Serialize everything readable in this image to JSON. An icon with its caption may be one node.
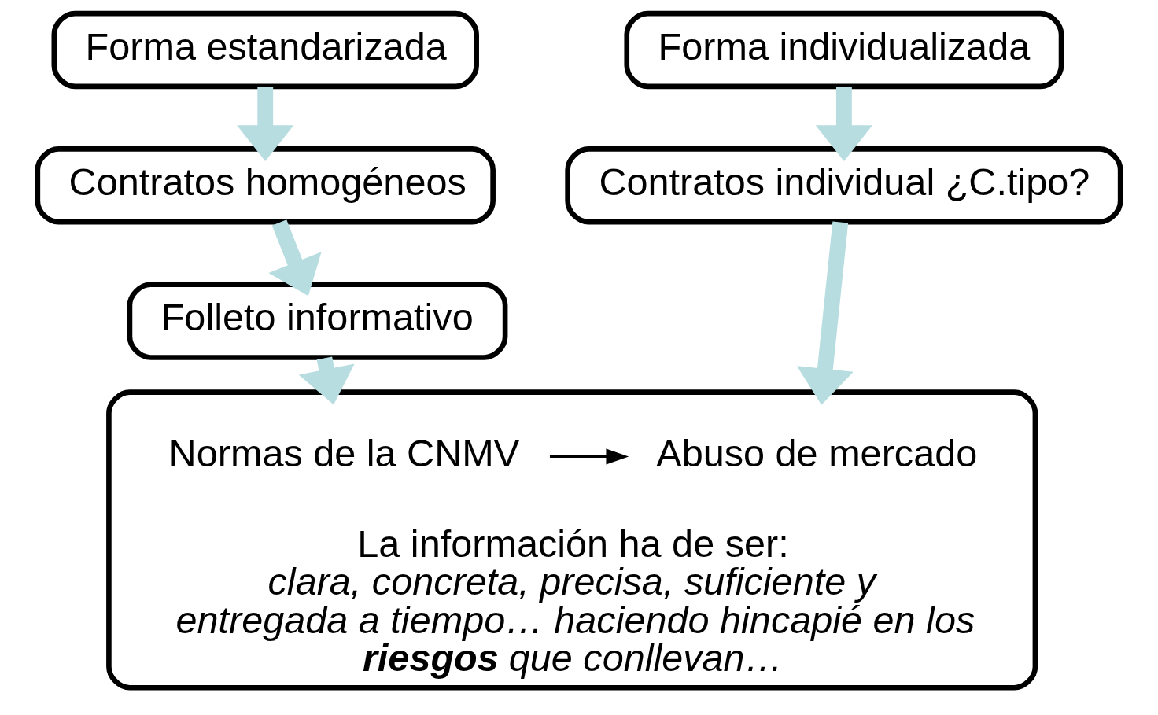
{
  "diagram": {
    "nodes": [
      {
        "text": [
          "Forma estandarizada"
        ]
      },
      {
        "text": [
          "Forma individualizada"
        ]
      },
      {
        "text": [
          "Contratos homogéneos"
        ]
      },
      {
        "text": [
          "Contratos individual ¿C.tipo?"
        ]
      },
      {
        "text": [
          "Folleto informativo"
        ]
      },
      {
        "text": [
          "La información ha de ser:",
          "clara, concreta, precisa, suficiente y entregada a tiempo… haciendo hincapié en los **riesgos** que conllevan…"
        ]
      },
      {
        "text": [
          "Normas de la CNMV"
        ],
        "in": 5
      },
      {
        "text": [
          "Abuso de mercado"
        ],
        "in": 5
      }
    ],
    "edges": [
      {
        "from": 0,
        "to": 2,
        "arrow": "to"
      },
      {
        "from": 1,
        "to": 3,
        "arrow": "to"
      },
      {
        "from": 2,
        "to": 4,
        "arrow": "to"
      },
      {
        "from": 4,
        "to": 5,
        "arrow": "to"
      },
      {
        "from": 3,
        "to": 5,
        "arrow": "to"
      },
      {
        "from": 6,
        "to": 7,
        "arrow": "to",
        "color": "#000000"
      }
    ]
  }
}
